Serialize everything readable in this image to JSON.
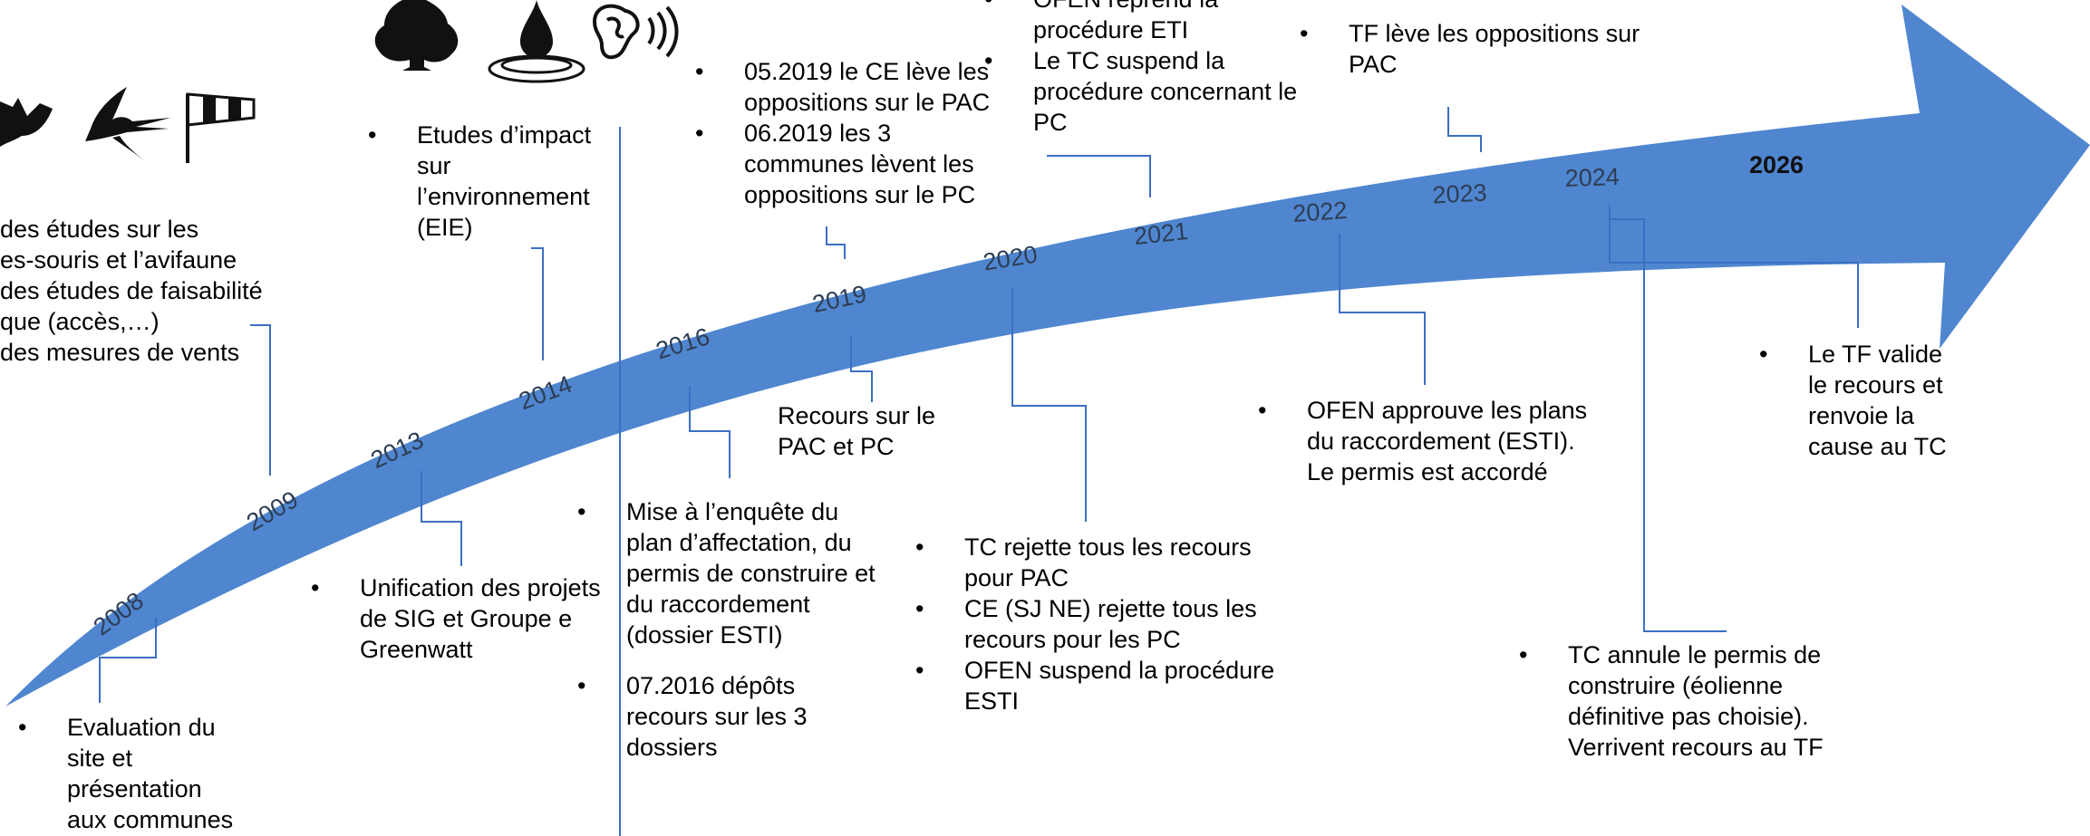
{
  "colors": {
    "arrow": "#4f86cf",
    "leader": "#3b6fc4",
    "year_text": "#2e3d55"
  },
  "icons": [
    "bat-icon",
    "swallow-icon",
    "windsock-icon",
    "tree-icon",
    "water-drop-icon",
    "ear-sound-icon"
  ],
  "years": [
    "2008",
    "2009",
    "2013",
    "2014",
    "2016",
    "2019",
    "2020",
    "2021",
    "2022",
    "2023",
    "2024",
    "2026"
  ],
  "events": {
    "e2008": [
      "Evaluation du site et présentation aux communes"
    ],
    "e2009": [
      "des études sur les",
      "es-souris et l’avifaune",
      "des études de faisabilité",
      "que (accès,…)",
      "des mesures de vents"
    ],
    "e2013": [
      "Unification des projets de SIG et Groupe e Greenwatt"
    ],
    "e2014": [
      "Etudes d’impact sur l’environnement (EIE)"
    ],
    "e2016": [
      "Mise à l’enquête du plan d’affectation, du permis de construire et du raccordement (dossier ESTI)",
      "07.2016 dépôts recours sur les 3 dossiers"
    ],
    "e2019_top": [
      "05.2019 le CE lève les oppositions sur le PAC",
      "06.2019 les 3 communes lèvent les oppositions sur le PC"
    ],
    "e2019_bottom": "Recours sur le PAC et PC",
    "e2020": [
      "TC rejette tous les recours pour PAC",
      "CE (SJ NE) rejette tous les recours pour les PC",
      "OFEN suspend la procédure ESTI"
    ],
    "e2021": [
      "OFEN reprend la procédure ETI",
      "Le TC suspend la procédure concernant le PC"
    ],
    "e2022": [
      "OFEN approuve les plans du raccordement (ESTI). Le permis est accordé"
    ],
    "e2023": [
      "TF lève les oppositions sur PAC"
    ],
    "e2024": [
      "TC annule le permis de construire (éolienne définitive pas choisie). Verrivent recours au TF"
    ],
    "e2026": [
      "Le TF valide le recours et renvoie la cause au TC"
    ]
  }
}
